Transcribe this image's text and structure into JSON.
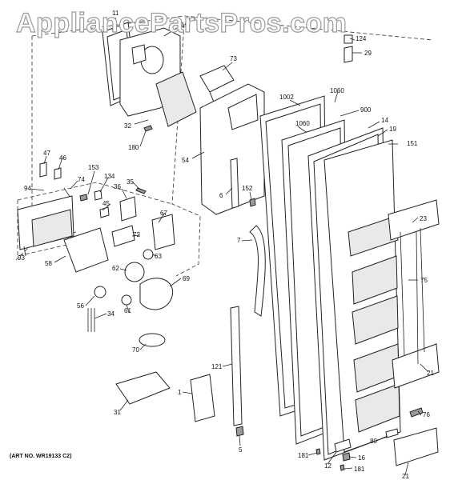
{
  "watermark": "AppliancePartsPros.com",
  "art_number": "(ART NO. WR19133 C2)",
  "callouts": {
    "c11": "11",
    "c19a": "19",
    "c124": "124",
    "c29": "29",
    "c73": "73",
    "c1060a": "1060",
    "c1002": "1002",
    "c900": "900",
    "c14": "14",
    "c19b": "19",
    "c1060b": "1060",
    "c151": "151",
    "c32": "32",
    "c180": "180",
    "c54": "54",
    "c47": "47",
    "c46": "46",
    "c153": "153",
    "c134": "134",
    "c35": "35",
    "c74": "74",
    "c94": "94",
    "c36": "36",
    "c6": "6",
    "c152": "152",
    "c45": "45",
    "c67": "67",
    "c72": "72",
    "c23": "23",
    "c93": "93",
    "c58": "58",
    "c63": "63",
    "c62": "62",
    "c7": "7",
    "c69": "69",
    "c75": "75",
    "c56": "56",
    "c61": "61",
    "c34": "34",
    "c70": "70",
    "c121": "121",
    "c1": "1",
    "c21a": "21",
    "c31": "31",
    "c76": "76",
    "c5": "5",
    "c80": "80",
    "c181a": "181",
    "c12": "12",
    "c16": "16",
    "c181b": "181",
    "c21b": "21"
  }
}
